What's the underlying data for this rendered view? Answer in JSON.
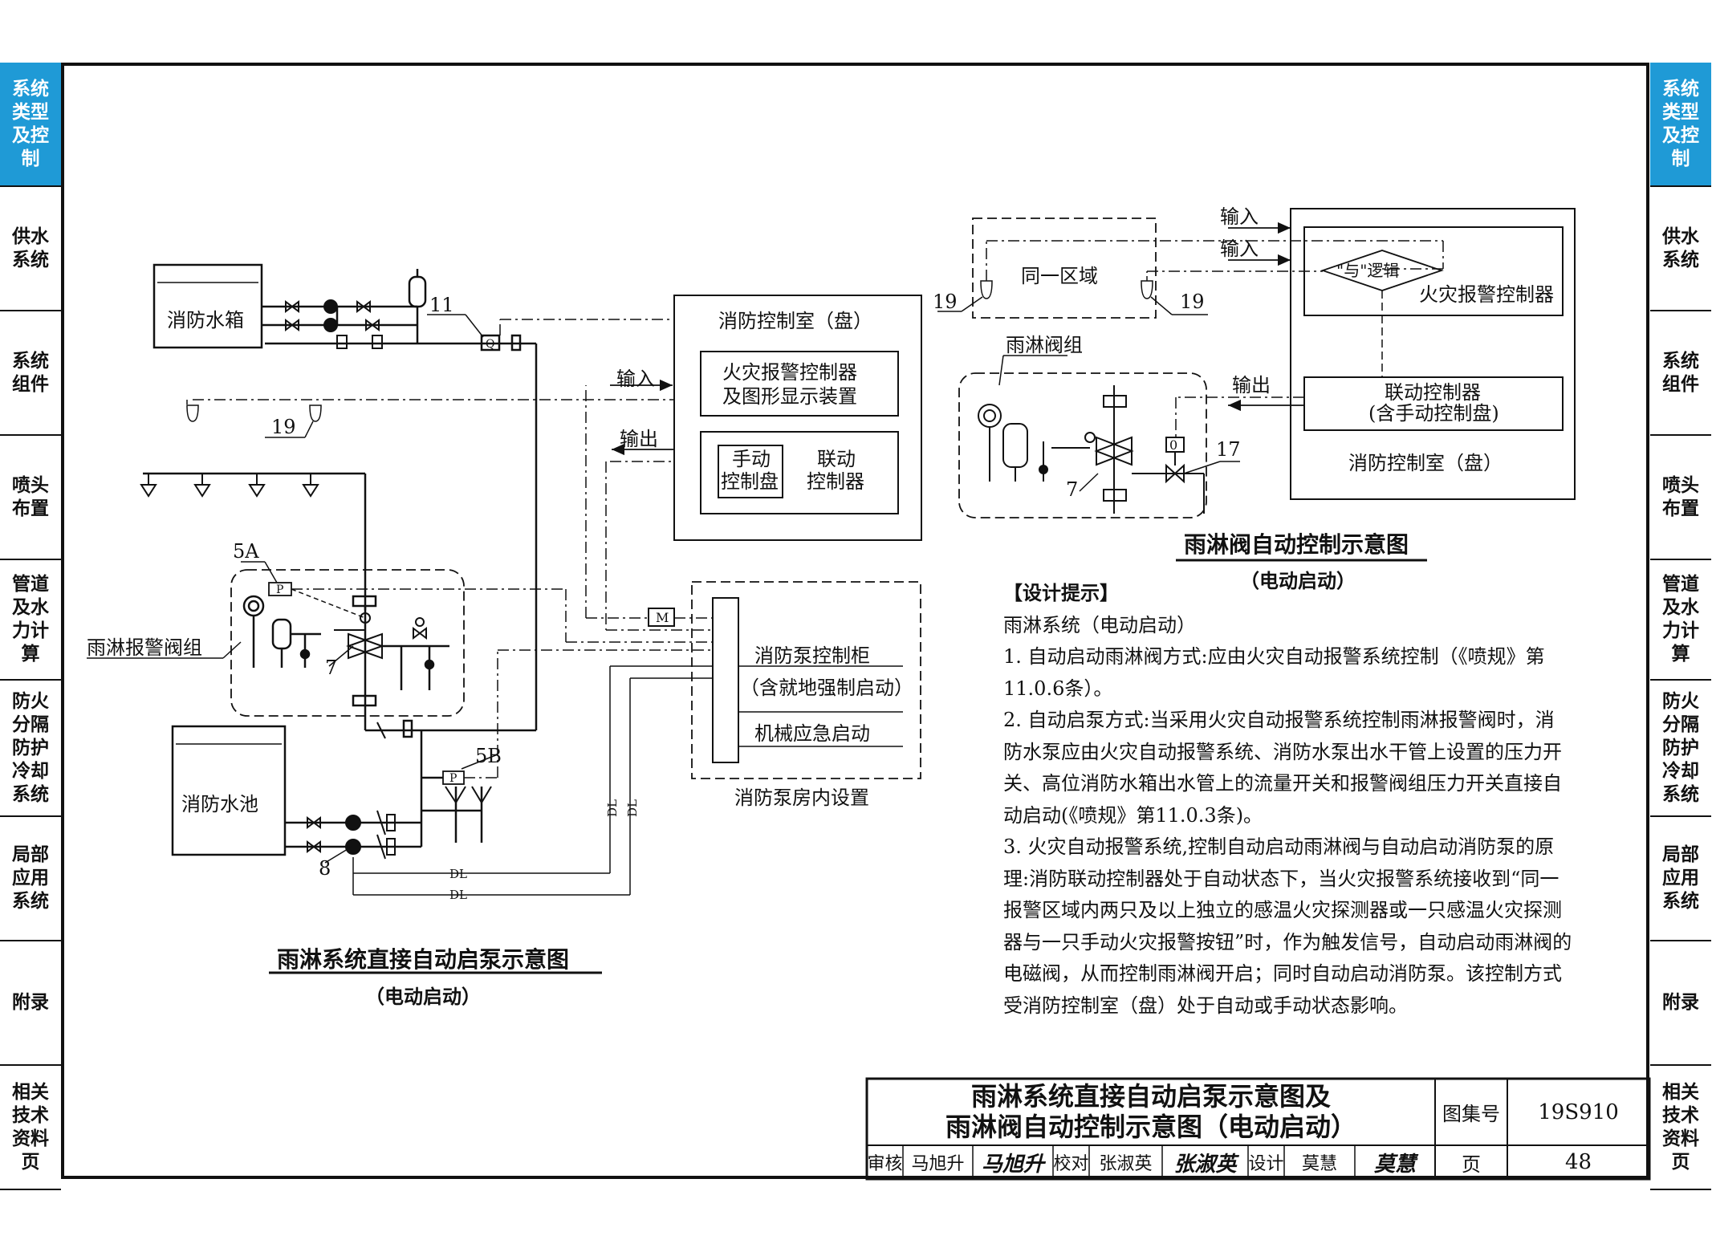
{
  "side_tabs": [
    {
      "label": "系统类型及控制",
      "active": true
    },
    {
      "label": "供水系统",
      "active": false
    },
    {
      "label": "系统组件",
      "active": false
    },
    {
      "label": "喷头布置",
      "active": false
    },
    {
      "label": "管道及水力计算",
      "active": false
    },
    {
      "label": "防火分隔防护冷却系统",
      "active": false
    },
    {
      "label": "局部应用系统",
      "active": false
    },
    {
      "label": "附录",
      "active": false
    },
    {
      "label": "相关技术资料页",
      "active": false
    }
  ],
  "colors": {
    "accent": "#1f9ad6",
    "line": "#111111",
    "dash": "#555555"
  },
  "left_diagram": {
    "title": "雨淋系统直接自动启泵示意图",
    "subtitle": "（电动启动）",
    "tank_label": "消防水箱",
    "pool_label": "消防水池",
    "valve_group_label": "雨淋报警阀组",
    "control_room_title": "消防控制室（盘）",
    "alarm_box": "火灾报警控制器及图形显示装置",
    "alarm_line1": "火灾报警控制器",
    "alarm_line2": "及图形显示装置",
    "manual_panel1": "手动",
    "manual_panel2": "控制盘",
    "linkage1": "联动",
    "linkage2": "控制器",
    "input_label": "输入",
    "output_label": "输出",
    "pump_room_title": "消防泵房内设置",
    "cabinet_line1": "消防泵控制柜",
    "cabinet_line2": "（含就地强制启动）",
    "cabinet_line3": "机械应急启动",
    "num_11": "11",
    "num_19": "19",
    "num_5A": "5A",
    "num_5B": "5B",
    "num_7": "7",
    "num_8": "8",
    "dl": "DL",
    "m": "M",
    "p": "P",
    "q": "Q"
  },
  "right_diagram": {
    "title": "雨淋阀自动控制示意图",
    "subtitle": "（电动启动）",
    "zone_label": "同一区域",
    "input_label": "输入",
    "output_label": "输出",
    "and_logic": "\"与\"逻辑",
    "fire_alarm_controller": "火灾报警控制器",
    "linkage_line1": "联动控制器",
    "linkage_line2": "(含手动控制盘)",
    "control_room": "消防控制室（盘）",
    "valve_group": "雨淋阀组",
    "num_19": "19",
    "num_17": "17",
    "num_7": "7",
    "zero": "0"
  },
  "design_hints": {
    "header": "【设计提示】",
    "system": "雨淋系统（电动启动）",
    "items": [
      "1. 自动启动雨淋阀方式:应由火灾自动报警系统控制（《喷规》第11.0.6条）。",
      "2. 自动启泵方式:当采用火灾自动报警系统控制雨淋报警阀时，消防水泵应由火灾自动报警系统、消防水泵出水干管上设置的压力开关、高位消防水箱出水管上的流量开关和报警阀组压力开关直接自动启动(《喷规》第11.0.3条)。",
      "3. 火灾自动报警系统,控制自动启动雨淋阀与自动启动消防泵的原理:消防联动控制器处于自动状态下，当火灾报警系统接收到“同一报警区域内两只及以上独立的感温火灾探测器或一只感温火灾探测器与一只手动火灾报警按钮”时，作为触发信号，自动启动雨淋阀的电磁阀，从而控制雨淋阀开启；同时自动启动消防泵。该控制方式受消防控制室（盘）处于自动或手动状态影响。"
    ]
  },
  "title_block": {
    "title_line1": "雨淋系统直接自动启泵示意图及",
    "title_line2": "雨淋阀自动控制示意图（电动启动）",
    "atlas_label": "图集号",
    "atlas_no": "19S910",
    "page_label": "页",
    "page_no": "48",
    "review_label": "审核",
    "reviewer": "马旭升",
    "reviewer_sig": "马旭升",
    "check_label": "校对",
    "checker": "张淑英",
    "checker_sig": "张淑英",
    "design_label": "设计",
    "designer": "莫慧",
    "designer_sig": "莫慧"
  }
}
